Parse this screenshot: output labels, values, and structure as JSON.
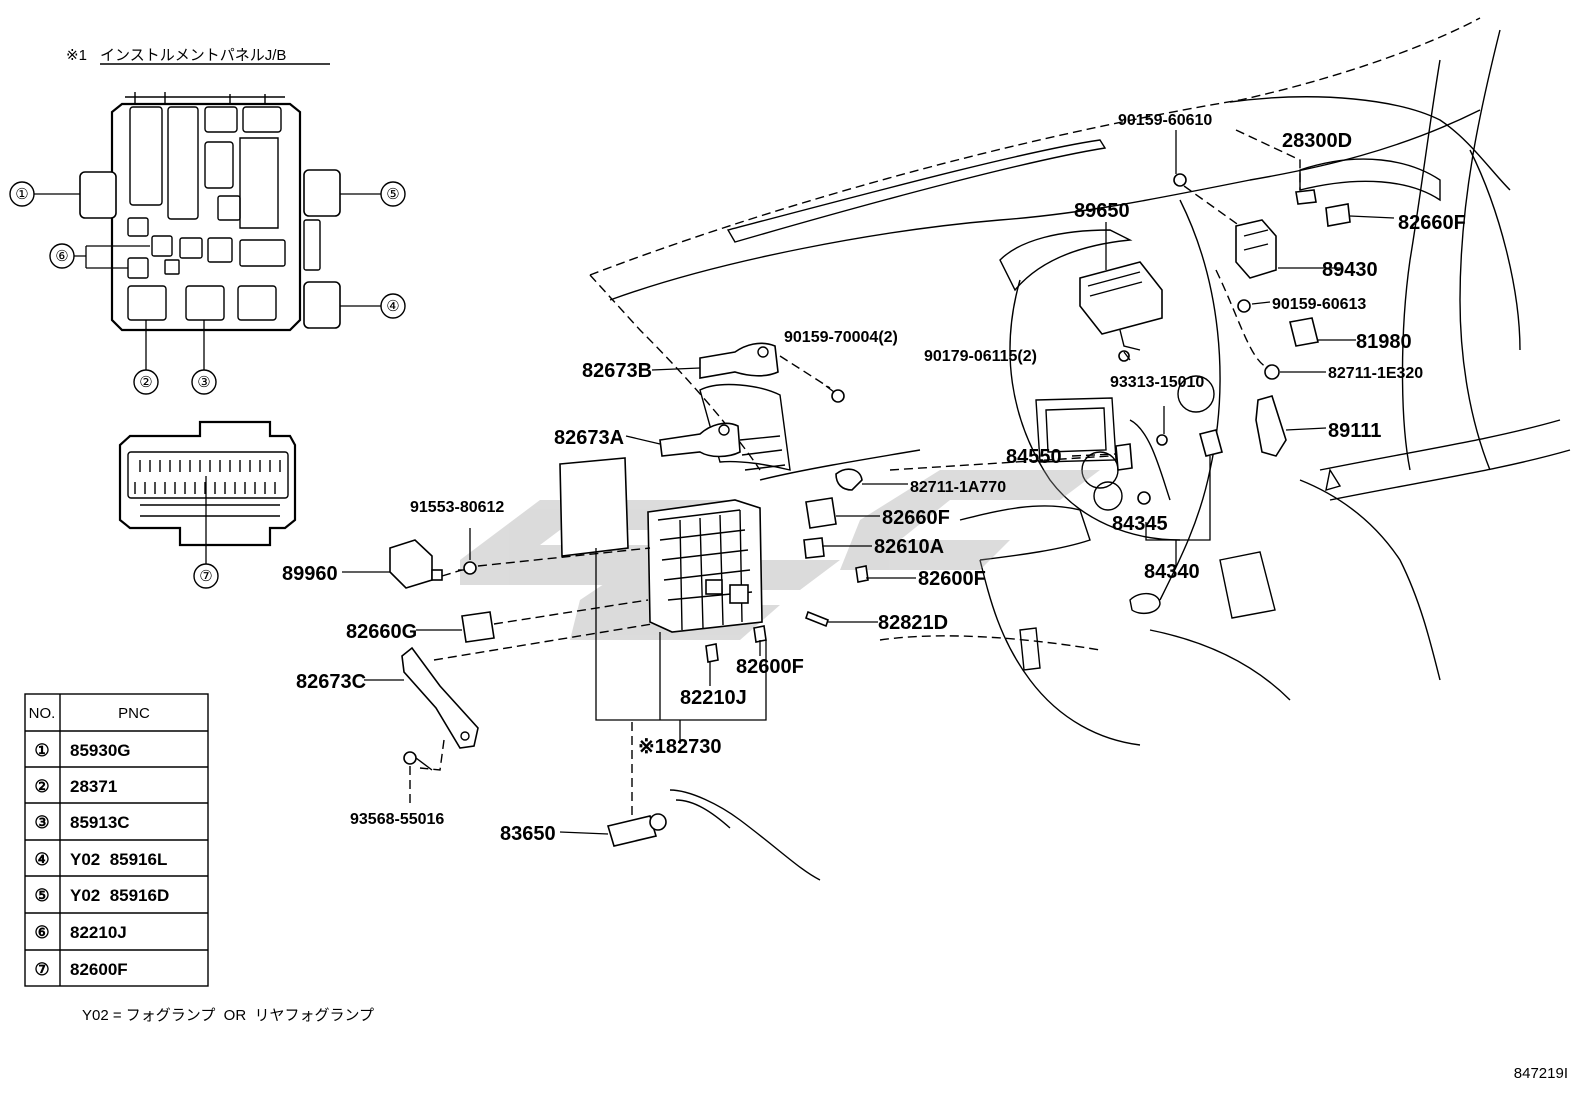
{
  "header": {
    "mark": "※1",
    "title": "インストルメントパネルJ/B"
  },
  "callouts": [
    "①",
    "②",
    "③",
    "④",
    "⑤",
    "⑥",
    "⑦"
  ],
  "table": {
    "headers": [
      "NO.",
      "PNC"
    ],
    "rows": [
      {
        "no": "①",
        "pnc": "85930G"
      },
      {
        "no": "②",
        "pnc": "28371"
      },
      {
        "no": "③",
        "pnc": "85913C"
      },
      {
        "no": "④",
        "pnc": "Y02  85916L"
      },
      {
        "no": "⑤",
        "pnc": "Y02  85916D"
      },
      {
        "no": "⑥",
        "pnc": "82210J"
      },
      {
        "no": "⑦",
        "pnc": "82600F"
      }
    ]
  },
  "footnote": "Y02 = フォグランプ  OR  リヤフォグランプ",
  "figure_id": "847219I",
  "part_labels": {
    "p90159_60610": "90159-60610",
    "p28300D": "28300D",
    "p89650": "89650",
    "p82660F_a": "82660F",
    "p89430": "89430",
    "p90159_60613": "90159-60613",
    "p81980": "81980",
    "p90159_70004": "90159-70004(2)",
    "p90179_06115": "90179-06115(2)",
    "p82711_1E320": "82711-1E320",
    "p93313_15010": "93313-15010",
    "p82673B": "82673B",
    "p89111": "89111",
    "p82673A": "82673A",
    "p84550": "84550",
    "p82711_1A770": "82711-1A770",
    "p91553_80612": "91553-80612",
    "p82660F_b": "82660F",
    "p84345": "84345",
    "p82610A": "82610A",
    "p84340": "84340",
    "p89960": "89960",
    "p82600F_a": "82600F",
    "p82821D": "82821D",
    "p82660G": "82660G",
    "p82600F_b": "82600F",
    "p82673C": "82673C",
    "p82210J": "82210J",
    "p82730": "※182730",
    "p93568_55016": "93568-55016",
    "p83650": "83650"
  }
}
